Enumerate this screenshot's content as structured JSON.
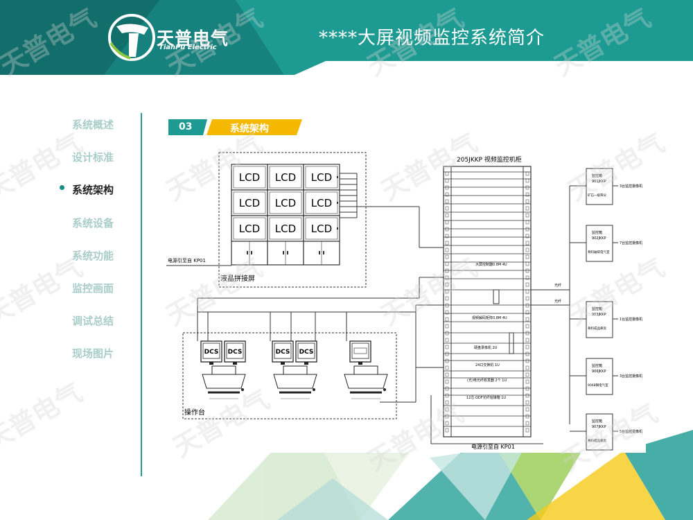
{
  "header": {
    "logo_cn": "天普电气",
    "logo_en": "TianPu Electric",
    "title": "****大屏视频监控系统简介"
  },
  "nav": {
    "items": [
      {
        "label": "系统概述"
      },
      {
        "label": "设计标准"
      },
      {
        "label": "系统架构"
      },
      {
        "label": "系统设备"
      },
      {
        "label": "系统功能"
      },
      {
        "label": "监控画面"
      },
      {
        "label": "调试总结"
      },
      {
        "label": "现场图片"
      }
    ],
    "active_index": 2
  },
  "section": {
    "number": "03",
    "label": "系统架构"
  },
  "watermark": "天普电气",
  "diagram": {
    "lcd_label": "LCD",
    "lcd_wall_caption": "液晶拼接屏",
    "power_left": "电源引至自 KP01",
    "console_caption": "操作台",
    "dcs_label": "DCS",
    "cabinet_title": "205JKKP 视频监控机柜",
    "cabinet_power": "电源引至自 KP01",
    "cabinet_labels": [
      "大屏控制器0.8M 4U",
      "视频解码矩阵0.8M 4U",
      "硬盘录像机 2U",
      "24口交换机 1U",
      "(光)电光纤收发器 2个 1U",
      "12芯 ODF光纤熔接箱 1U"
    ],
    "link_labels": {
      "fiber_out": "光纤"
    },
    "cameras": [
      {
        "box": "监控箱",
        "id": "901JKKP",
        "note": "矿石一级筛分",
        "dest": "3台监控摄像机"
      },
      {
        "box": "监控箱",
        "id": "902JKKP",
        "note": "骨料破碎电气室",
        "dest": "7台监控摄像机"
      },
      {
        "box": "监控箱",
        "id": "903JKKP",
        "note": "骨料成品库房",
        "dest": "1台监控摄像机"
      },
      {
        "box": "监控箱",
        "id": "906JKKP",
        "note": "906B钢电气室",
        "dest": "3台监控摄像机"
      },
      {
        "box": "监控箱",
        "id": "907JKKP",
        "note": "骨料成品库房",
        "dest": "5台监控摄像机"
      }
    ]
  },
  "colors": {
    "teal": "#1d9b93",
    "teal_dark": "#136f6b",
    "accent_yellow": "#f5b800",
    "green_light": "#8cc63f"
  }
}
